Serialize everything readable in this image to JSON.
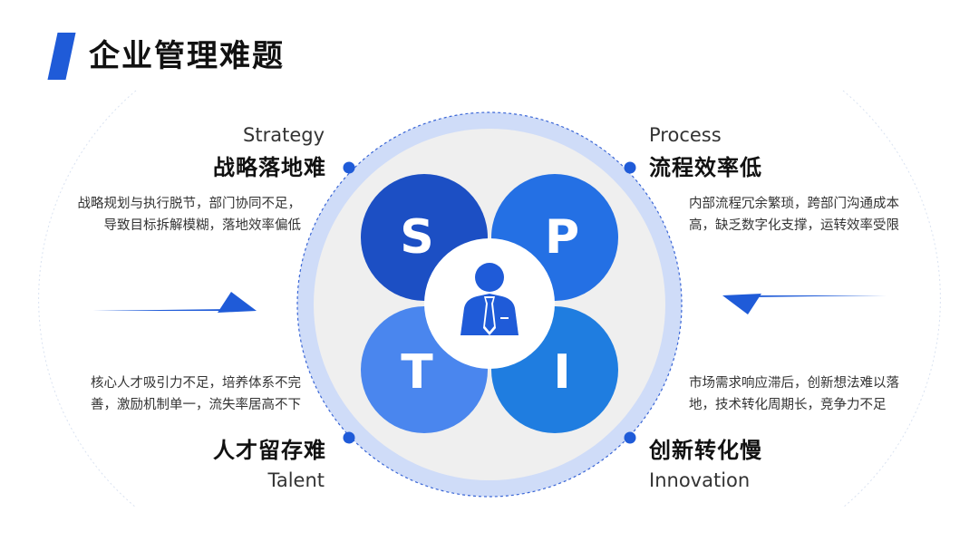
{
  "page": {
    "title": "企业管理难题"
  },
  "center": {
    "icon": "businessman-icon",
    "letters": [
      "S",
      "P",
      "T",
      "I"
    ]
  },
  "quadrants": {
    "strategy": {
      "en": "Strategy",
      "cn": "战略落地难",
      "desc_line1": "战略规划与执行脱节，部门协同不足，",
      "desc_line2": "导致目标拆解模糊，落地效率偏低"
    },
    "process": {
      "en": "Process",
      "cn": "流程效率低",
      "desc_line1": "内部流程冗余繁琐，跨部门沟通成本",
      "desc_line2": "高，缺乏数字化支撑，运转效率受限"
    },
    "talent": {
      "en": "Talent",
      "cn": "人才留存难",
      "desc_line1": "核心人才吸引力不足，培养体系不完",
      "desc_line2": "善，激励机制单一，流失率居高不下"
    },
    "innovation": {
      "en": "Innovation",
      "cn": "创新转化慢",
      "desc_line1": "市场需求响应滞后，创新想法难以落",
      "desc_line2": "地，技术转化周期长，竞争力不足"
    }
  },
  "colors": {
    "brand": "#1f5bd8",
    "petal_s": "#1c4fc4",
    "petal_p": "#2470e4",
    "petal_t": "#4a86ee",
    "petal_i": "#1f7de0",
    "ring": "#cfdcf8",
    "disc": "#efefef"
  }
}
